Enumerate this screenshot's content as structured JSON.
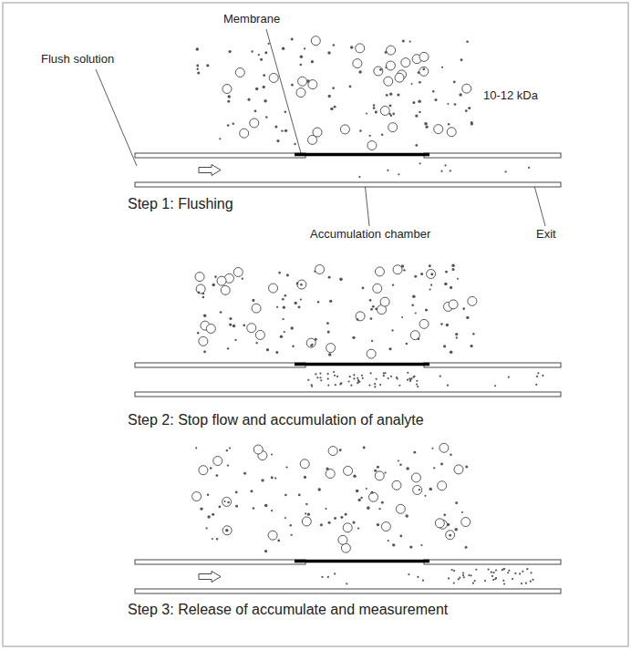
{
  "diagram": {
    "labels": [
      "Membrane",
      "Flush solution",
      "10-12 kDa",
      "Step 1: Flushing",
      "Accumulation chamber",
      "Exit",
      "Step 2: Stop flow and accumulation of analyte",
      "Step 3: Release of accumulate and measurement"
    ]
  }
}
